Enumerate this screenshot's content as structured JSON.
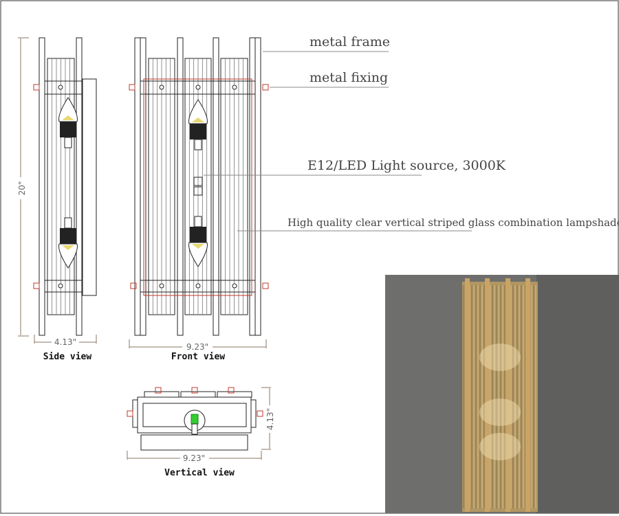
{
  "callouts": {
    "metal_frame": "metal frame",
    "metal_fixing": "metal fixing",
    "light_source": "E12/LED Light source, 3000K",
    "lampshade": "High quality clear vertical striped glass combination lampshade"
  },
  "dimensions": {
    "height": "20\"",
    "side_width": "4.13\"",
    "front_width": "9.23\"",
    "vertical_width": "9.23\"",
    "vertical_depth": "4.13\""
  },
  "views": {
    "side": "Side view",
    "front": "Front view",
    "vertical": "Vertical view"
  },
  "colors": {
    "line": "#222222",
    "dimension": "#8a7560",
    "fixing": "#c0392b",
    "photo_wall": "#6e6e6c",
    "brass": "#c9a466"
  }
}
